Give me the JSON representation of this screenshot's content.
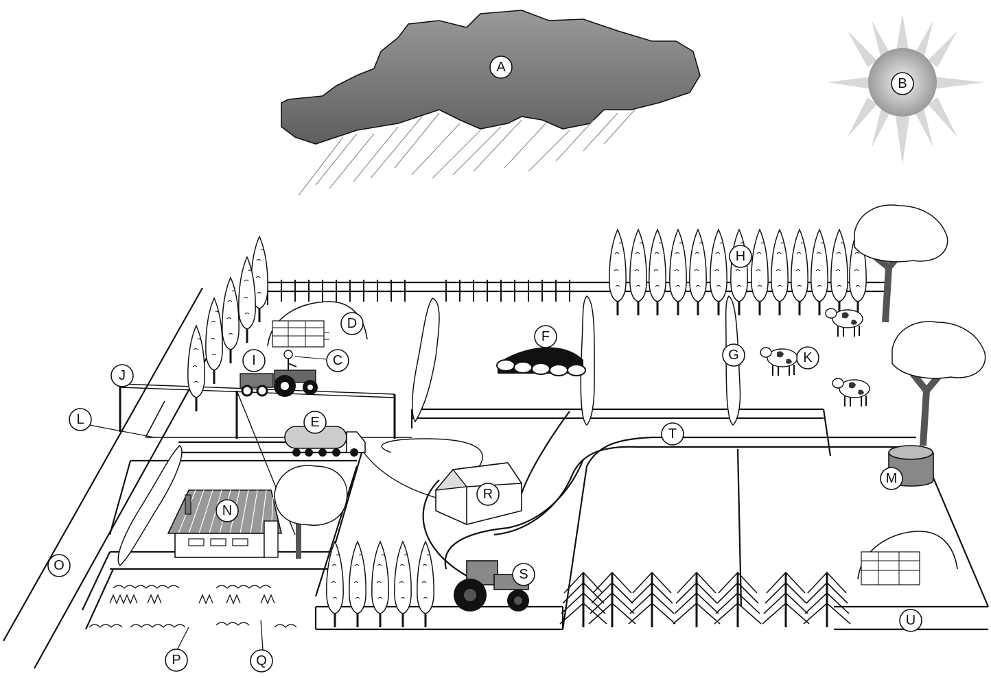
{
  "labels": {
    "A": "A",
    "B": "B",
    "C": "C",
    "D": "D",
    "E": "E",
    "F": "F",
    "G": "G",
    "H": "H",
    "I": "I",
    "J": "J",
    "K": "K",
    "L": "L",
    "M": "M",
    "N": "N",
    "O": "O",
    "P": "P",
    "Q": "Q",
    "R": "R",
    "S": "S",
    "T": "T",
    "U": "U"
  },
  "colors": {
    "cloud": "#7d7d7d",
    "sun": "#c8c8c8",
    "ink": "#111111",
    "tractor": "#6a6a6a"
  }
}
